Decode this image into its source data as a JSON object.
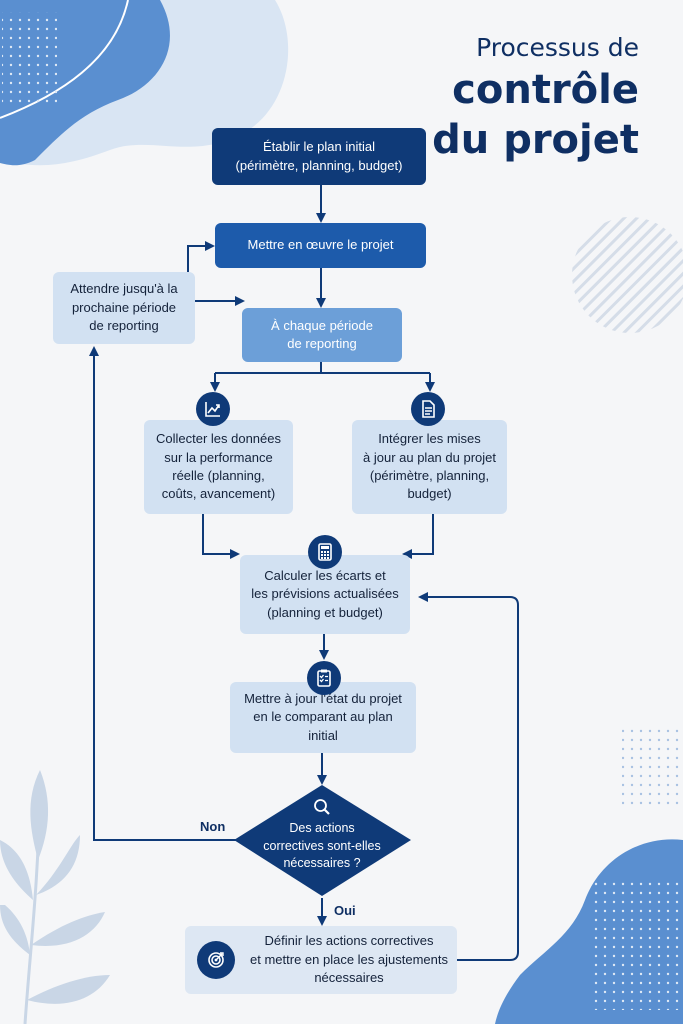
{
  "title": {
    "line1": "Processus de",
    "line2": "contrôle",
    "line3": "du projet"
  },
  "steps": {
    "plan": [
      "Établir le plan initial",
      "(périmètre, planning, budget)"
    ],
    "execute": [
      "Mettre en œuvre le projet"
    ],
    "wait": [
      "Attendre jusqu'à la",
      "prochaine période",
      "de reporting"
    ],
    "period": [
      "À chaque période",
      "de reporting"
    ],
    "collect": [
      "Collecter les données",
      "sur la performance",
      "réelle (planning,",
      "coûts, avancement)"
    ],
    "integrate": [
      "Intégrer les mises",
      "à jour au plan du projet",
      "(périmètre, planning,",
      "budget)"
    ],
    "calculate": [
      "Calculer les écarts et",
      "les prévisions actualisées",
      "(planning et budget)"
    ],
    "update": [
      "Mettre à jour l'état du projet",
      "en le comparant au plan",
      "initial"
    ],
    "decision": [
      "Des actions",
      "correctives sont-elles",
      "nécessaires ?"
    ],
    "corrective": [
      "Définir les actions correctives",
      "et mettre en place les ajustements",
      "nécessaires"
    ]
  },
  "labels": {
    "no": "Non",
    "yes": "Oui"
  },
  "icons": {
    "collect": "chart-icon",
    "integrate": "document-icon",
    "calculate": "calculator-icon",
    "update": "clipboard-icon",
    "decision": "search-icon",
    "corrective": "target-icon"
  },
  "colors": {
    "dark_blue": "#0f3a78",
    "mid_blue": "#1d5bab",
    "light_blue": "#6c9fd8",
    "pale_blue": "#d2e1f2",
    "title": "#0f2f63"
  }
}
